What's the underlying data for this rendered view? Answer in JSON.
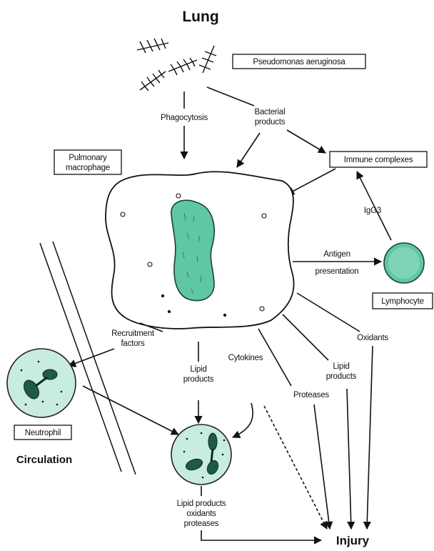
{
  "title": "Lung",
  "labels": {
    "pseudomonas": "Pseudomonas aeruginosa",
    "phagocytosis": "Phagocytosis",
    "bacterial_1": "Bacterial",
    "bacterial_2": "products",
    "pulmonary_1": "Pulmonary",
    "pulmonary_2": "macrophage",
    "immune_complexes": "Immune complexes",
    "igg3": "IgG3",
    "antigen_1": "Antigen",
    "antigen_2": "presentation",
    "lymphocyte": "Lymphocyte",
    "recruitment_1": "Recruitment",
    "recruitment_2": "factors",
    "lipid_left_1": "Lipid",
    "lipid_left_2": "products",
    "cytokines": "Cytokines",
    "proteases": "Proteases",
    "lipid_right_1": "Lipid",
    "lipid_right_2": "products",
    "oxidants": "Oxidants",
    "neutrophil": "Neutrophil",
    "circulation": "Circulation",
    "output_1": "Lipid products",
    "output_2": "oxidants",
    "output_3": "proteases",
    "injury": "Injury"
  },
  "colors": {
    "cell_fill": "#c8ecdf",
    "nucleus_fill": "#5fc6a6",
    "ink": "#111111"
  }
}
